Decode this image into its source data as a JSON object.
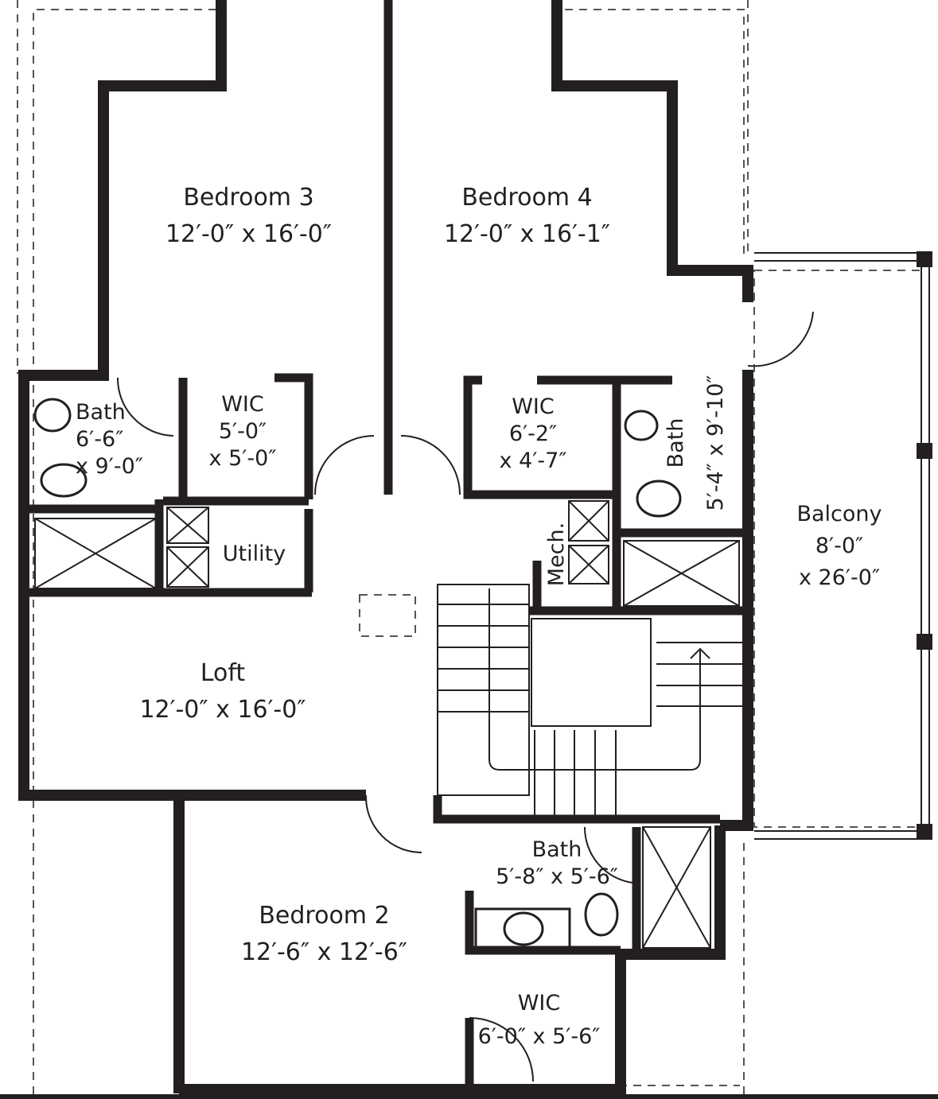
{
  "rooms": {
    "bedroom3": {
      "name": "Bedroom 3",
      "size": "12′-0″ x 16′-0″"
    },
    "bedroom4": {
      "name": "Bedroom 4",
      "size": "12′-0″ x 16′-1″"
    },
    "bath_left": {
      "name": "Bath",
      "size_a": "6′-6″",
      "size_b": "x 9′-0″"
    },
    "wic_left": {
      "name": "WIC",
      "size_a": "5′-0″",
      "size_b": "x 5′-0″"
    },
    "utility": {
      "name": "Utility"
    },
    "wic_right": {
      "name": "WIC",
      "size_a": "6′-2″",
      "size_b": "x 4′-7″"
    },
    "bath_right": {
      "name": "Bath",
      "size": "5′-4″ x 9′-10″"
    },
    "mech": {
      "name": "Mech."
    },
    "balcony": {
      "name": "Balcony",
      "size_a": "8′-0″",
      "size_b": "x 26′-0″"
    },
    "loft": {
      "name": "Loft",
      "size": "12′-0″ x 16′-0″"
    },
    "bedroom2": {
      "name": "Bedroom 2",
      "size": "12′-6″ x 12′-6″"
    },
    "bath_bottom": {
      "name": "Bath",
      "size": "5′-8″ x 5′-6″"
    },
    "wic_bottom": {
      "name": "WIC",
      "size": "6′-0″ x 5′-6″"
    }
  },
  "colors": {
    "wall": "#231f20",
    "background": "#ffffff",
    "dashed": "#555555"
  }
}
